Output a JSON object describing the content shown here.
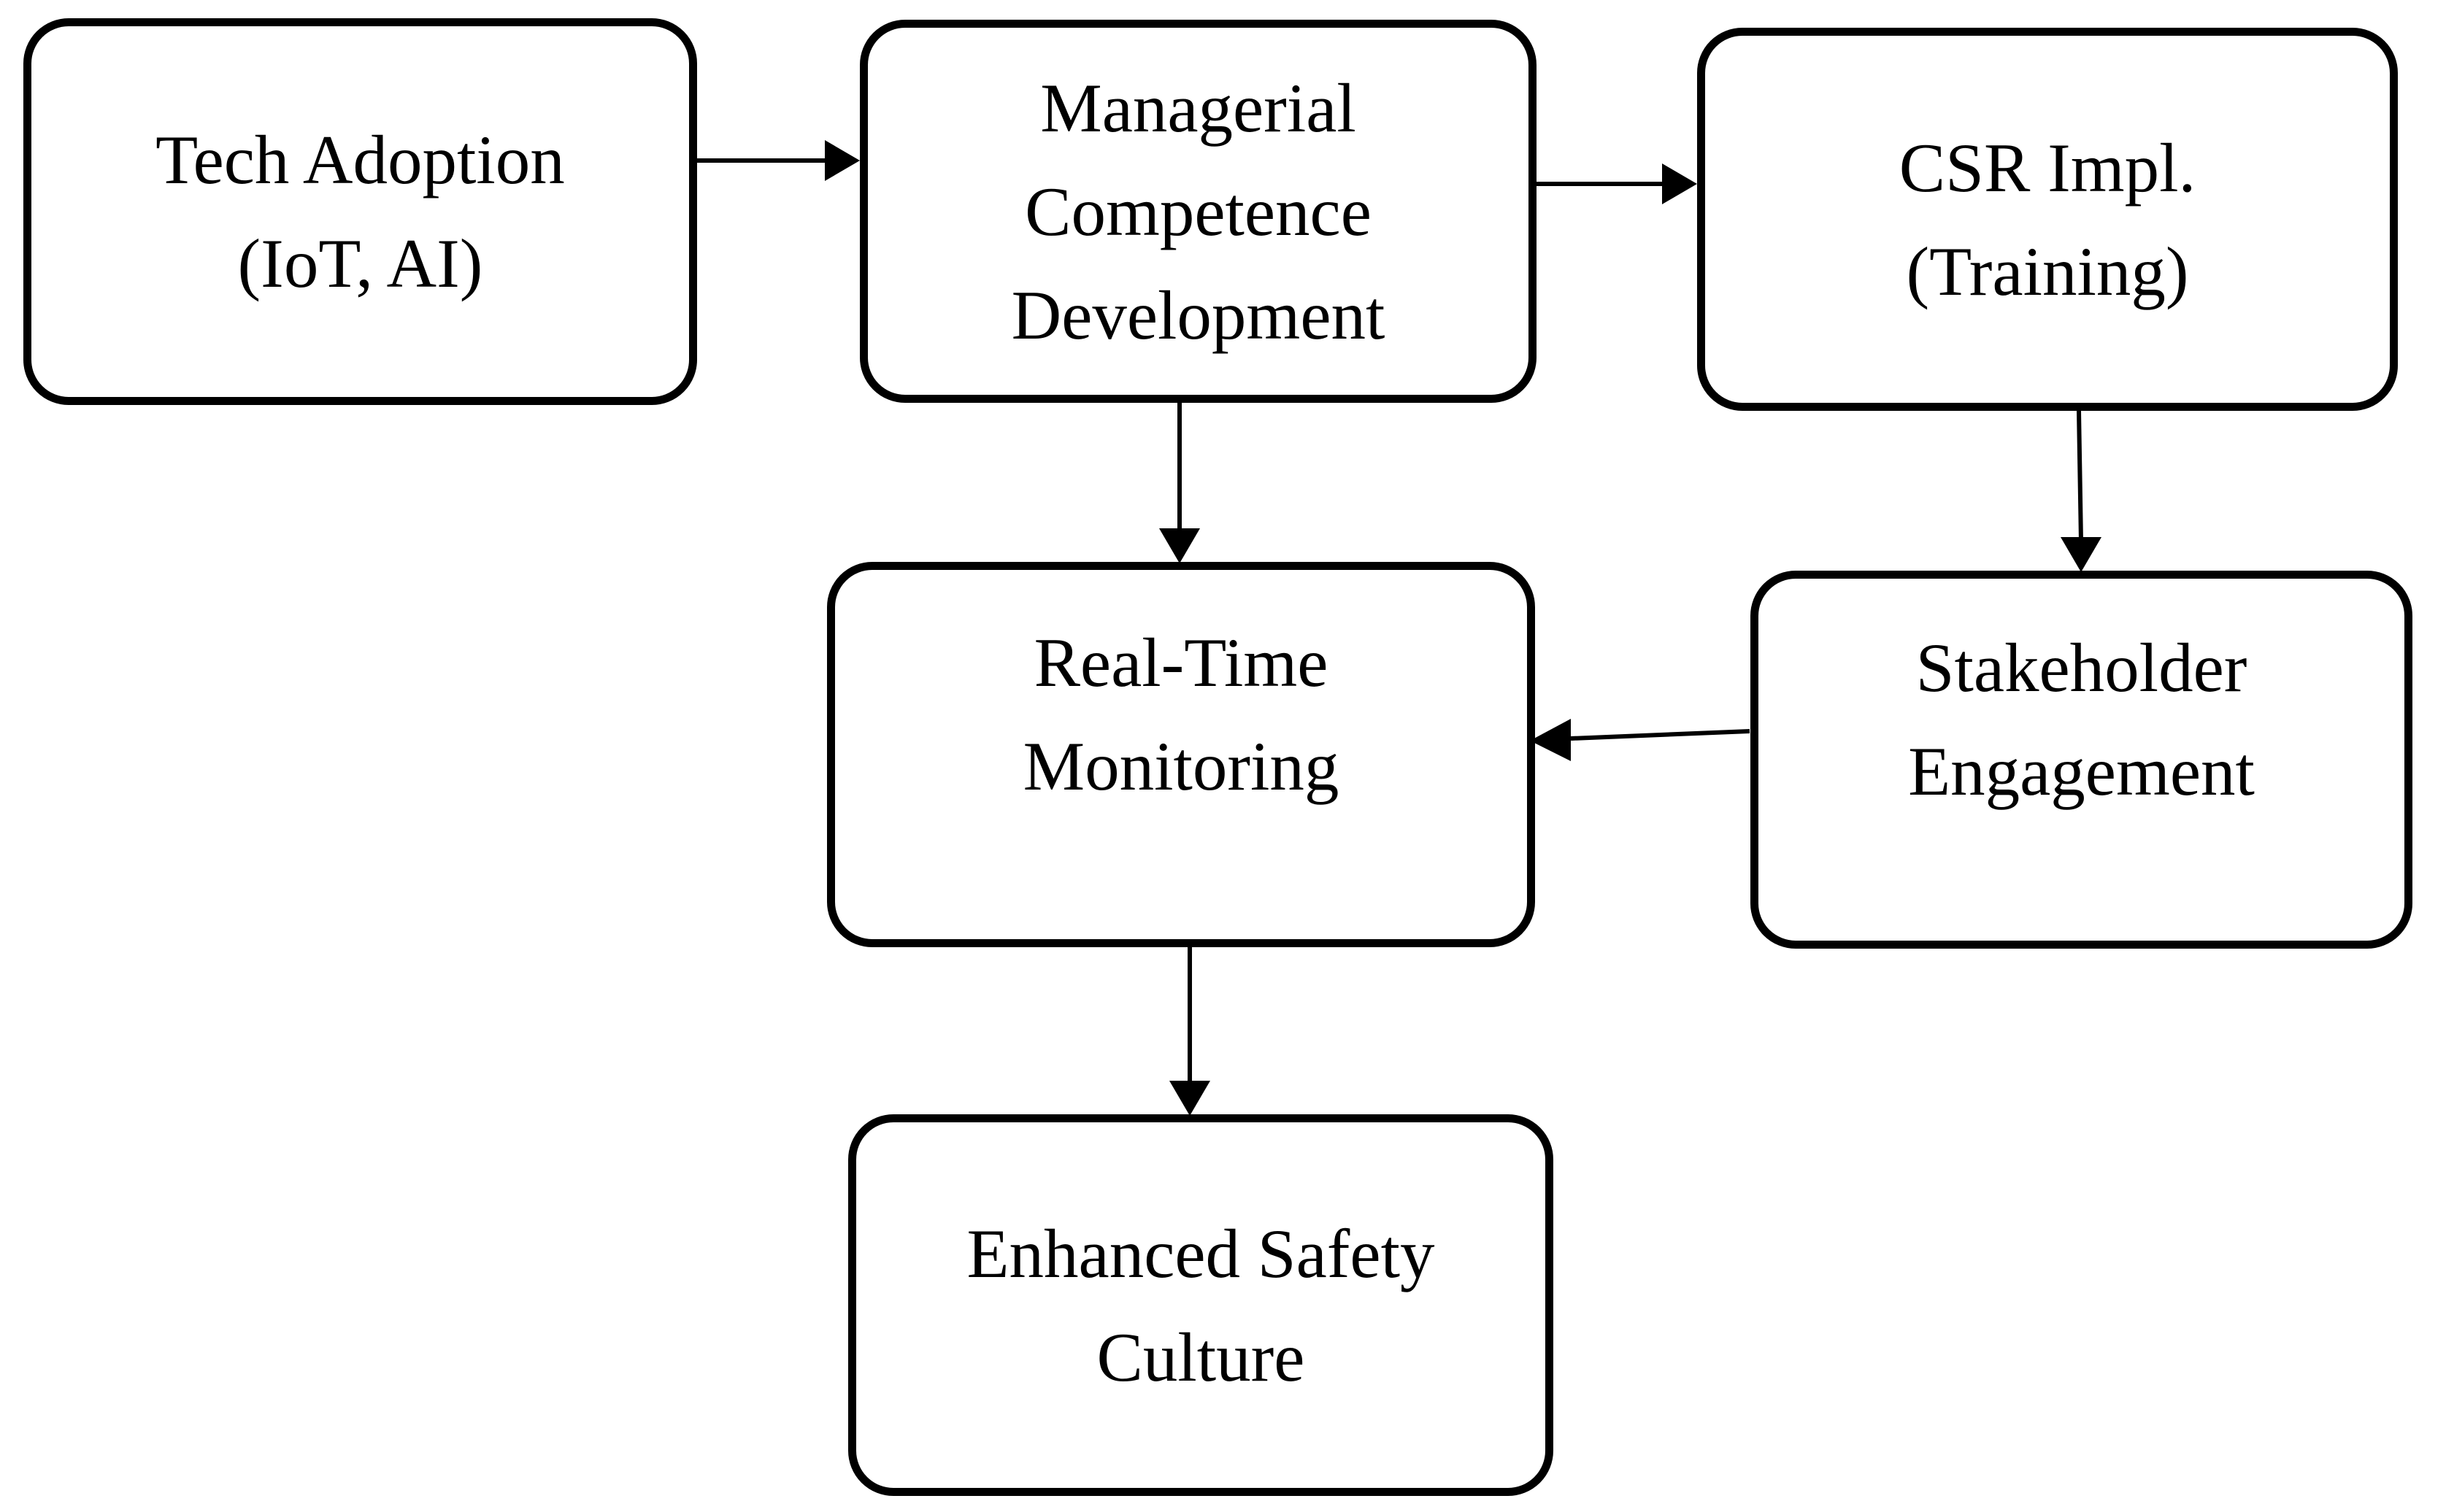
{
  "figure": {
    "type": "flowchart",
    "background_color": "#ffffff",
    "line_color": "#000000",
    "node_fill_color": "#ffffff",
    "nodes": [
      {
        "id": "tech-adoption",
        "lines": [
          "Tech Adoption",
          "(IoT, AI)"
        ]
      },
      {
        "id": "managerial-competence",
        "lines": [
          "Managerial",
          "Competence",
          "Development"
        ]
      },
      {
        "id": "csr-implementation",
        "lines": [
          "CSR Impl.",
          "(Training)"
        ]
      },
      {
        "id": "real-time-monitoring",
        "lines": [
          "Real-Time",
          "Monitoring"
        ]
      },
      {
        "id": "stakeholder-engagement",
        "lines": [
          "Stakeholder",
          "Engagement"
        ]
      },
      {
        "id": "enhanced-safety-culture",
        "lines": [
          "Enhanced Safety",
          "Culture"
        ]
      }
    ],
    "edges": [
      {
        "from": "tech-adoption",
        "to": "managerial-competence",
        "direction": "right"
      },
      {
        "from": "managerial-competence",
        "to": "csr-implementation",
        "direction": "right"
      },
      {
        "from": "managerial-competence",
        "to": "real-time-monitoring",
        "direction": "down"
      },
      {
        "from": "csr-implementation",
        "to": "stakeholder-engagement",
        "direction": "down"
      },
      {
        "from": "stakeholder-engagement",
        "to": "real-time-monitoring",
        "direction": "left"
      },
      {
        "from": "real-time-monitoring",
        "to": "enhanced-safety-culture",
        "direction": "down"
      }
    ]
  }
}
